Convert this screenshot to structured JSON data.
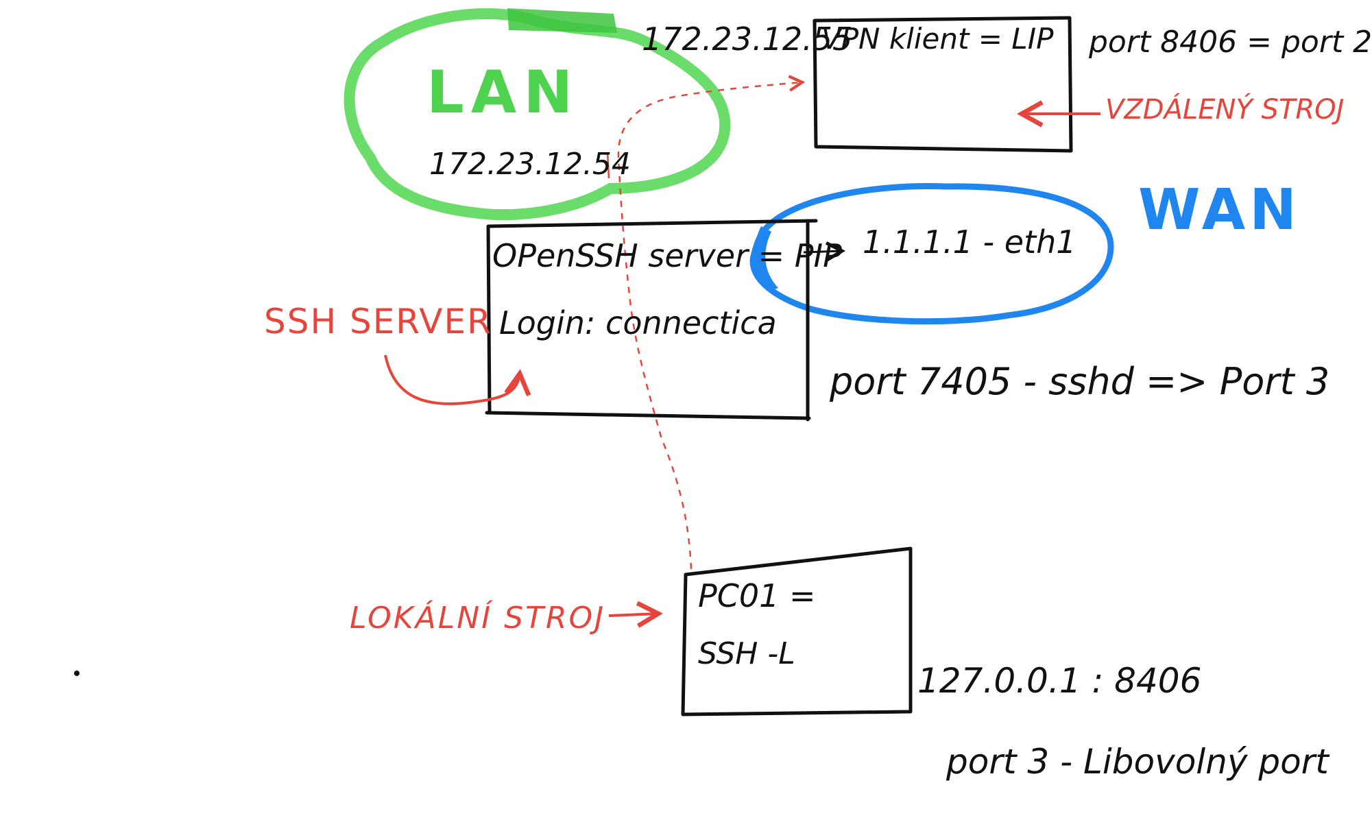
{
  "colors": {
    "ink": "#111111",
    "annotation_red": "#e5453b",
    "lan_green": "#4fd34f",
    "wan_blue": "#1f86f0"
  },
  "lan": {
    "label": "LAN",
    "gateway_ip": "172.23.12.54"
  },
  "wan": {
    "label": "WAN",
    "address": "1.1.1.1 - eth1"
  },
  "remote_machine": {
    "ip": "172.23.12.55",
    "line1": "VPN klient = LIP",
    "port_note": "port 8406 = port 2",
    "annotation": "VZDÁLENÝ STROJ"
  },
  "ssh_server": {
    "line1": "OPenSSH server = PIP",
    "line2": "Login: connectica",
    "annotation": "SSH SERVER",
    "port_note": "port 7405 - sshd => Port 3"
  },
  "local_machine": {
    "line1": "PC01 =",
    "line2": "SSH -L",
    "annotation": "LOKÁLNÍ STROJ",
    "bind_address": "127.0.0.1 : 8406"
  },
  "footer_note": "port 3 - Libovolný port"
}
